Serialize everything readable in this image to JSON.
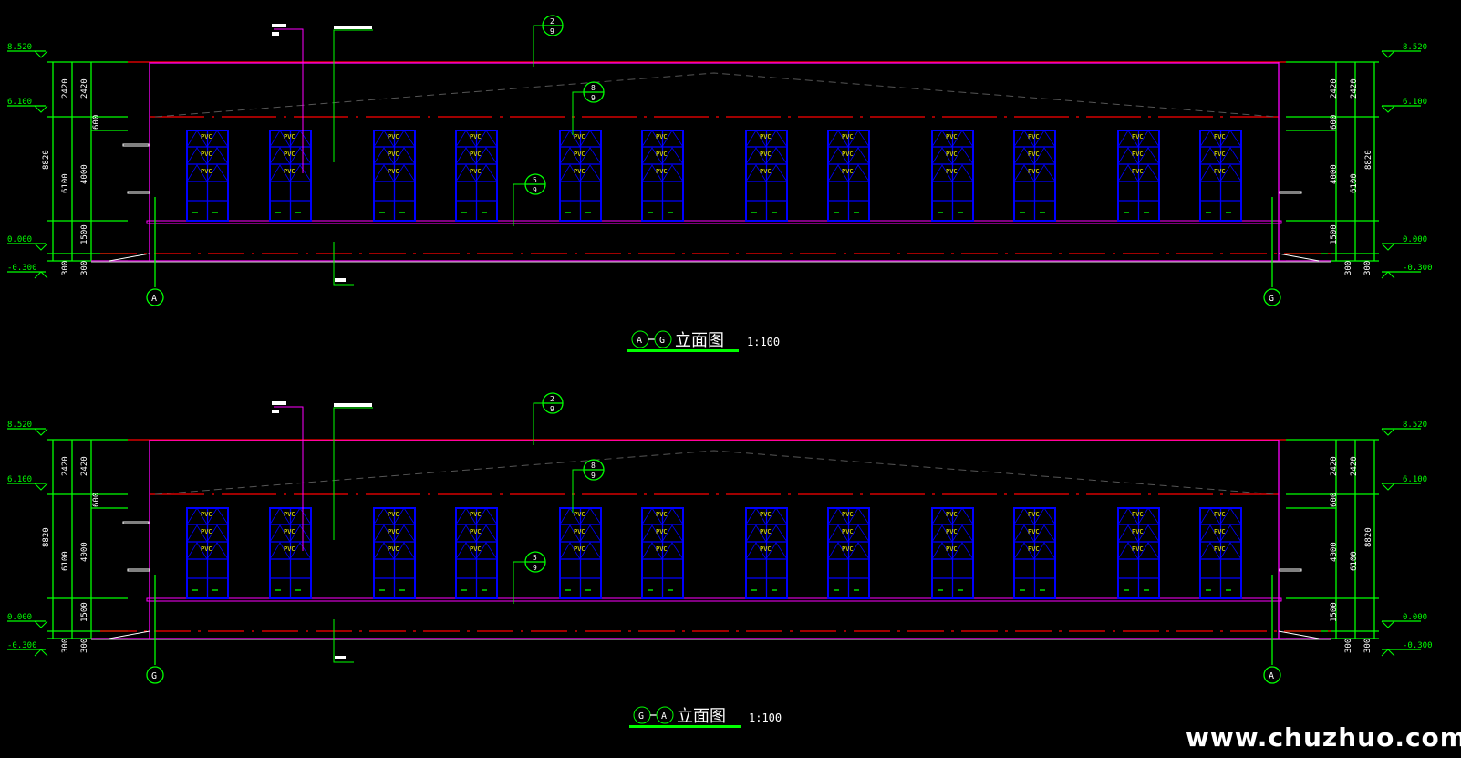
{
  "colors": {
    "background": "#000000",
    "dimension": "#00ff00",
    "roof": "#ff0000",
    "wall": "#ff00ff",
    "window": "#0000ff",
    "window_label": "#ffff00",
    "text": "#ffffff",
    "dash": "#555555"
  },
  "levels": [
    "8.520",
    "6.100",
    "0.000",
    "-0.300"
  ],
  "dims_outer": [
    "2420",
    "6100",
    "8820"
  ],
  "dims_inner": [
    "2420",
    "600",
    "4000",
    "1500"
  ],
  "dims_bottom": [
    "300",
    "300"
  ],
  "window_labels": [
    "PVC",
    "PVC",
    "PVC"
  ],
  "detail_refs": [
    {
      "top": "2",
      "bottom": "9"
    },
    {
      "top": "8",
      "bottom": "9"
    },
    {
      "top": "5",
      "bottom": "9"
    }
  ],
  "elevations": [
    {
      "title": "立面图",
      "axis_from": "A",
      "axis_to": "G",
      "scale": "1:100",
      "left_axis": "A",
      "right_axis": "G"
    },
    {
      "title": "立面图",
      "axis_from": "G",
      "axis_to": "A",
      "scale": "1:100",
      "left_axis": "G",
      "right_axis": "A"
    }
  ],
  "watermark": "www.chuzhuo.com"
}
